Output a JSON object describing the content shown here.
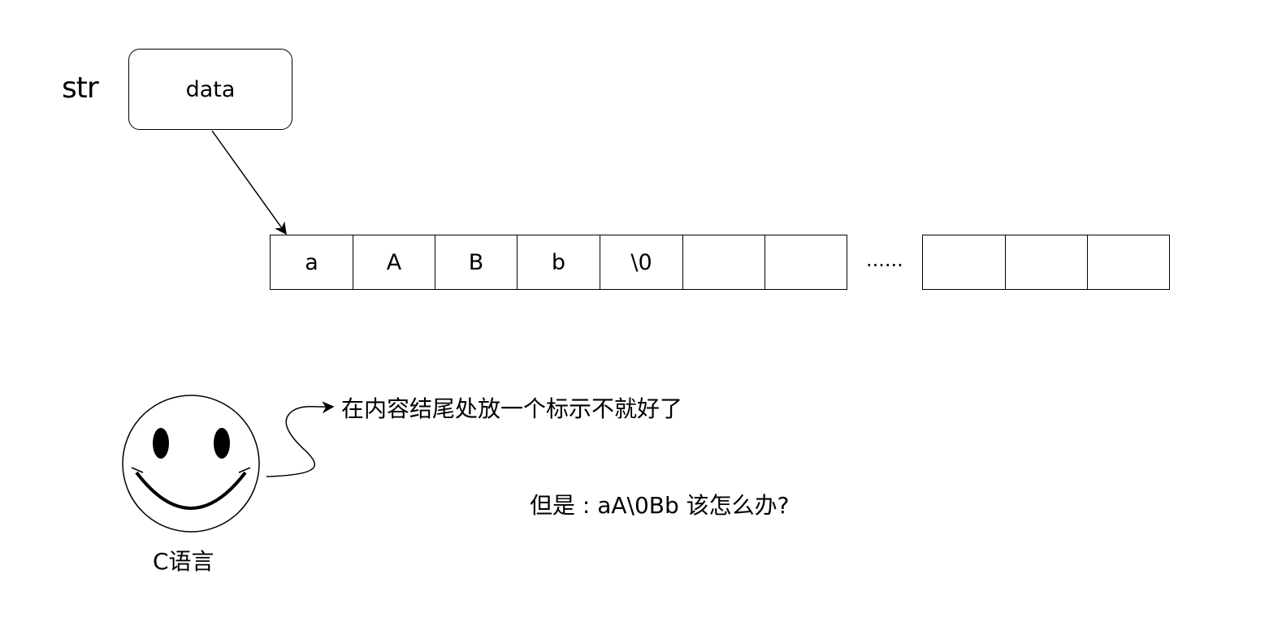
{
  "str_label": "str",
  "data_box": "data",
  "cells_group1": [
    "a",
    "A",
    "B",
    "b",
    "\\0",
    "",
    ""
  ],
  "ellipsis": "......",
  "cells_group2": [
    "",
    "",
    ""
  ],
  "note1": "在内容结尾处放一个标示不就好了",
  "note2": "但是 : aA\\0Bb 该怎么办?",
  "actor_label": "C语言",
  "icons": {
    "actor": "smiley-face-icon"
  }
}
